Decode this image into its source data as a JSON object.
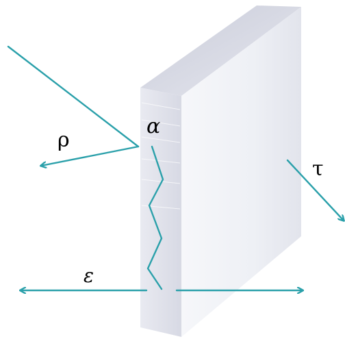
{
  "labels": {
    "reflectance": "ρ",
    "absorptance": "α",
    "transmittance": "τ",
    "emittance": "ε"
  },
  "colors": {
    "ray": "#2aa0aa",
    "slab_front": "#e8e9f0",
    "slab_side": "#f0f1f5",
    "slab_top": "#d6d8e4",
    "background": "#ffffff"
  }
}
